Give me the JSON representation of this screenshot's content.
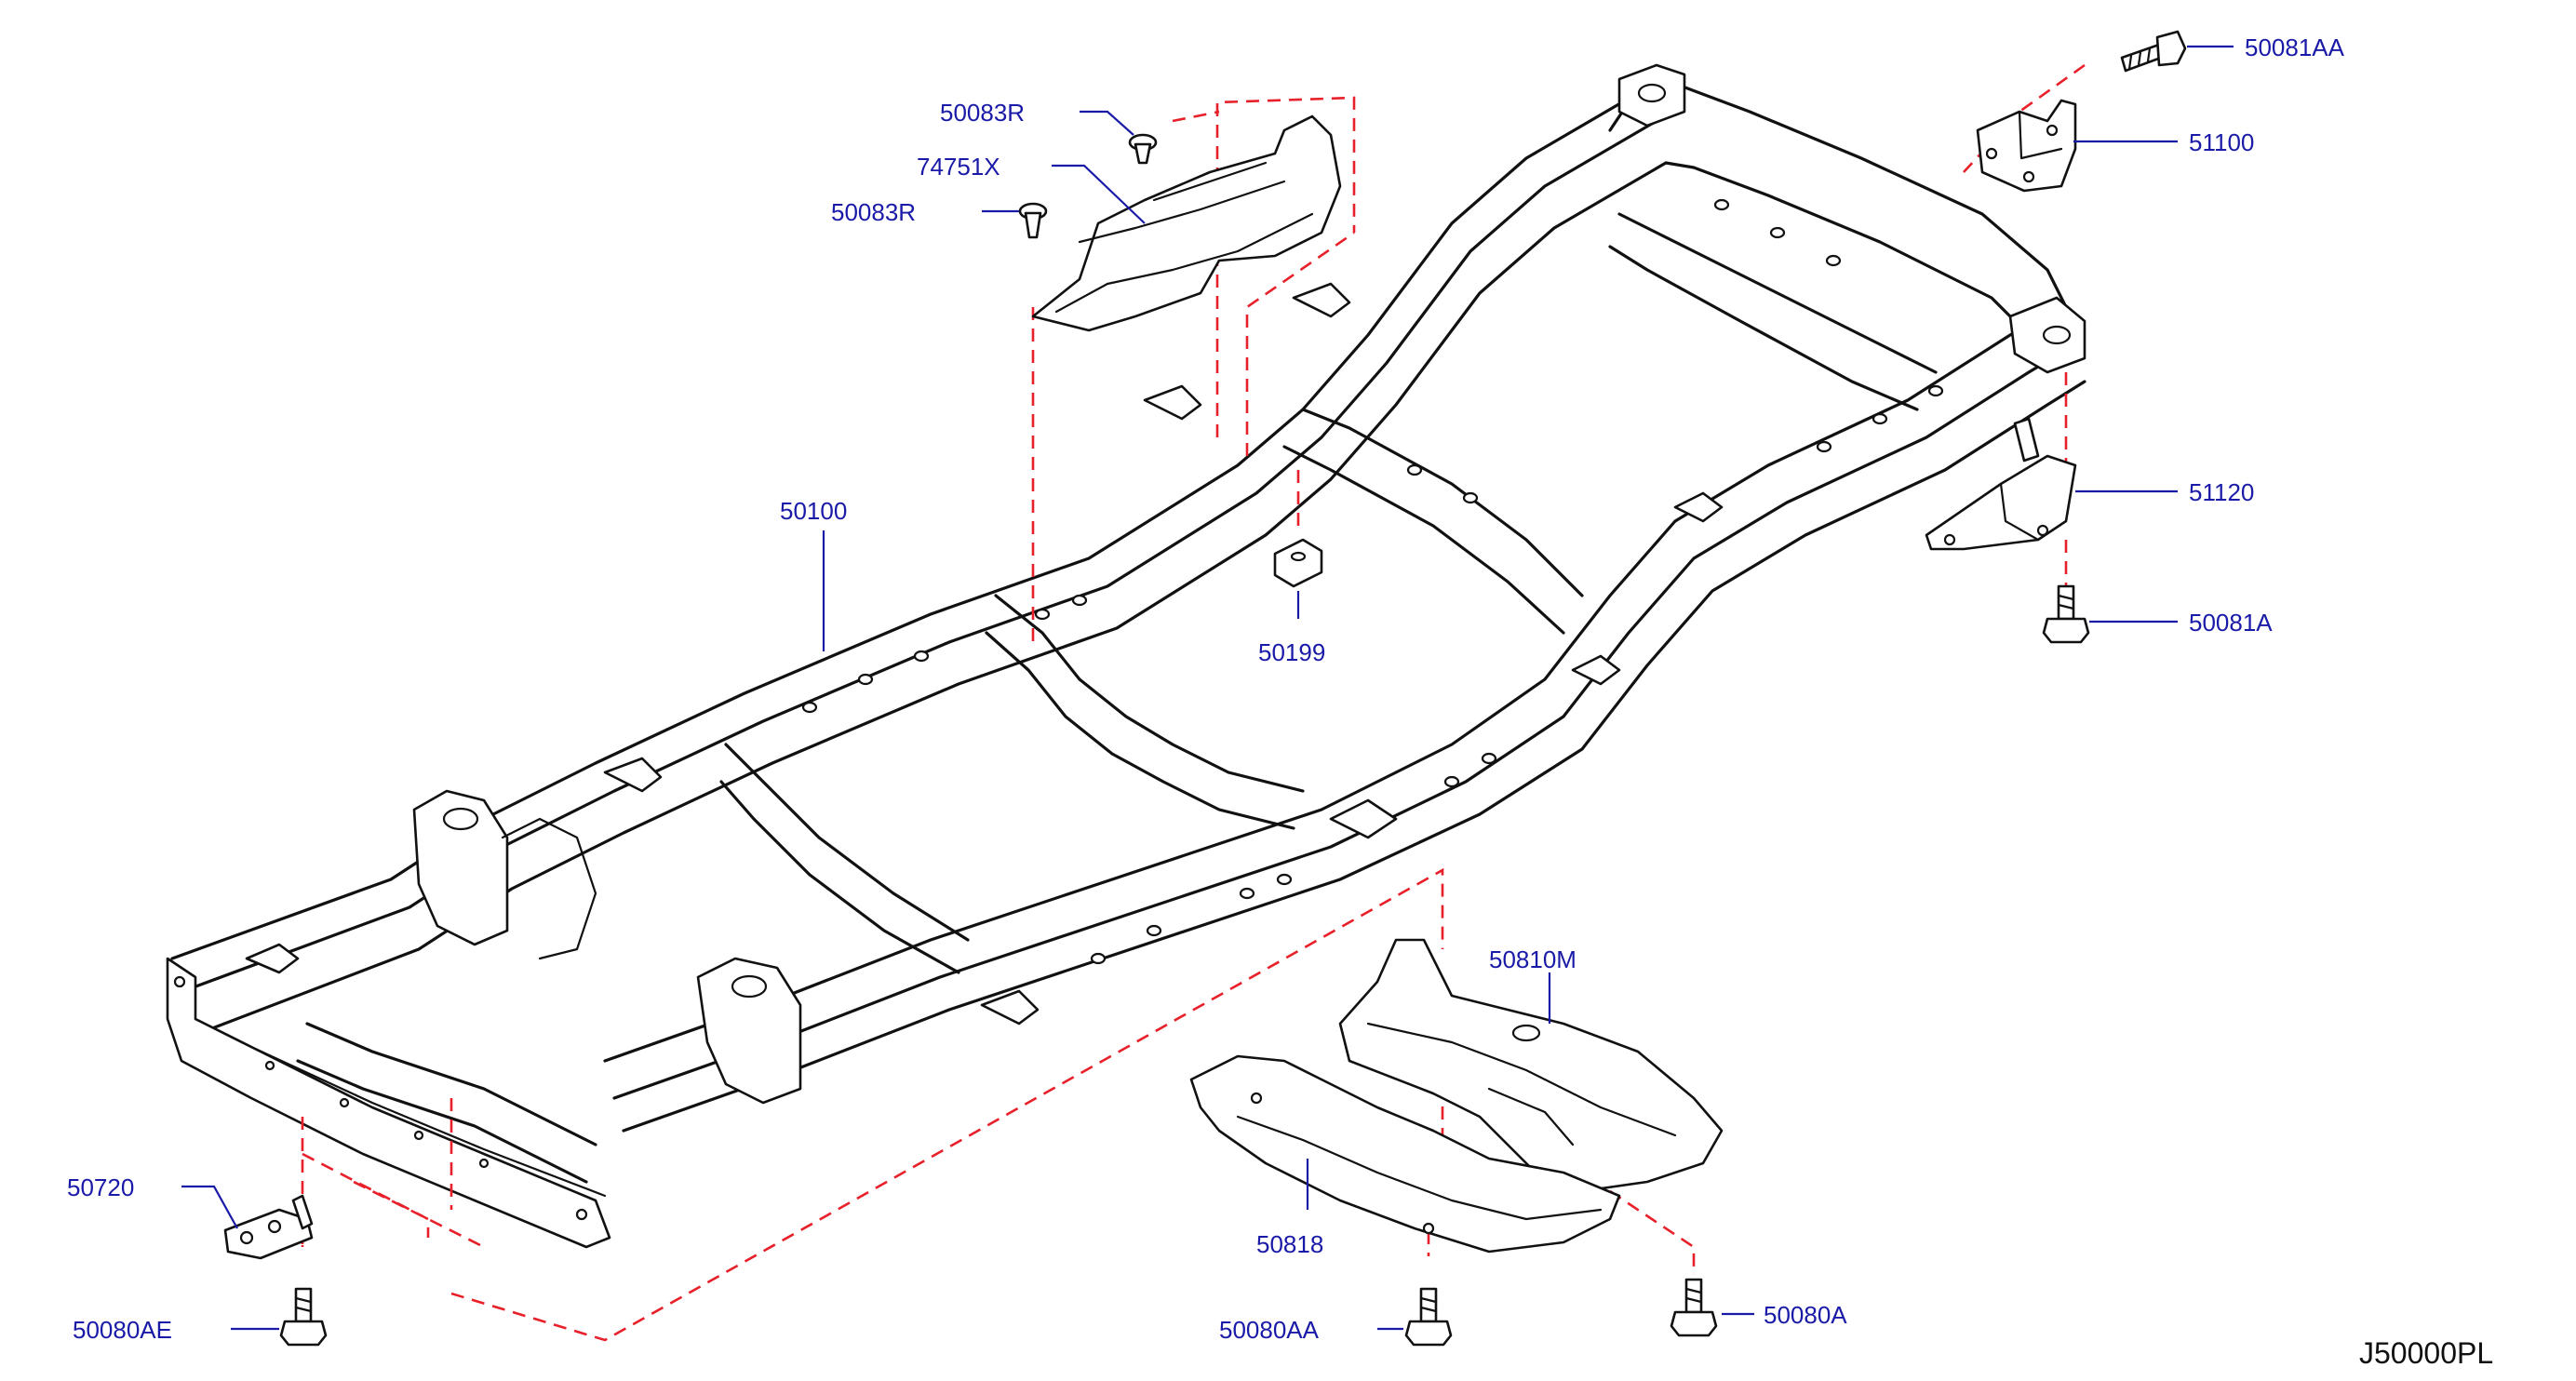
{
  "diagram": {
    "code": "J50000PL",
    "colors": {
      "frame": "#111111",
      "callout": "#1a1aa8",
      "guide": "#e8202a"
    },
    "callouts": {
      "c50081AA": "50081AA",
      "c51100": "51100",
      "c50083R_top": "50083R",
      "c74751X": "74751X",
      "c50083R_mid": "50083R",
      "c51120": "51120",
      "c50100": "50100",
      "c50081A": "50081A",
      "c50199": "50199",
      "c50810M": "50810M",
      "c50720": "50720",
      "c50818": "50818",
      "c50080A": "50080A",
      "c50080AE": "50080AE",
      "c50080AA": "50080AA"
    }
  }
}
